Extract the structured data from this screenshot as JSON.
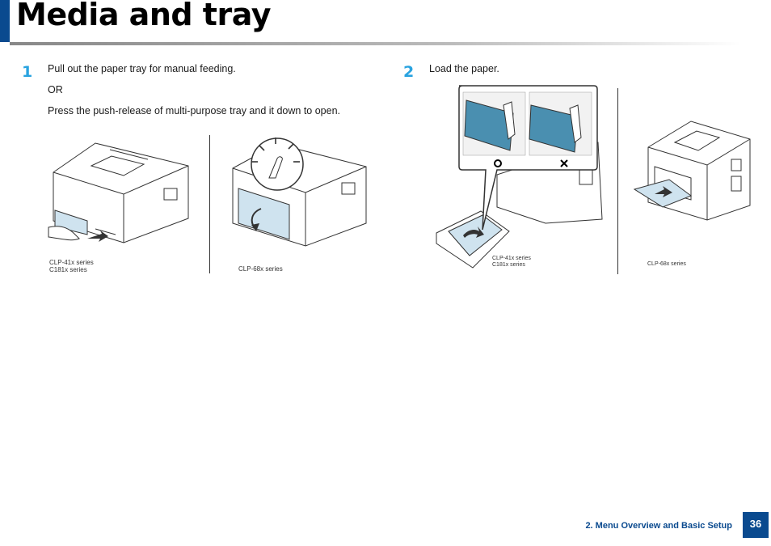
{
  "header": {
    "title": "Media and tray",
    "accent_color": "#0a4a8f"
  },
  "step1": {
    "number": "1",
    "line1": "Pull out the paper tray for manual feeding.",
    "line2": "OR",
    "line3": "Press the push-release of multi-purpose tray and it down to open.",
    "figure_a": {
      "caption_line1": "CLP-41x series",
      "caption_line2": "C181x series"
    },
    "figure_b": {
      "caption_line1": "CLP-68x series"
    }
  },
  "step2": {
    "number": "2",
    "line1": "Load the paper.",
    "figure_a": {
      "caption_line1": "CLP-41x series",
      "caption_line2": "C181x series"
    },
    "figure_b": {
      "caption_line1": "CLP-68x series"
    }
  },
  "footer": {
    "section": "2. Menu Overview and Basic Setup",
    "page": "36"
  },
  "icons": [
    "printer-illustration",
    "hand-icon",
    "arrow-icon",
    "circle-correct-icon",
    "x-wrong-icon"
  ]
}
